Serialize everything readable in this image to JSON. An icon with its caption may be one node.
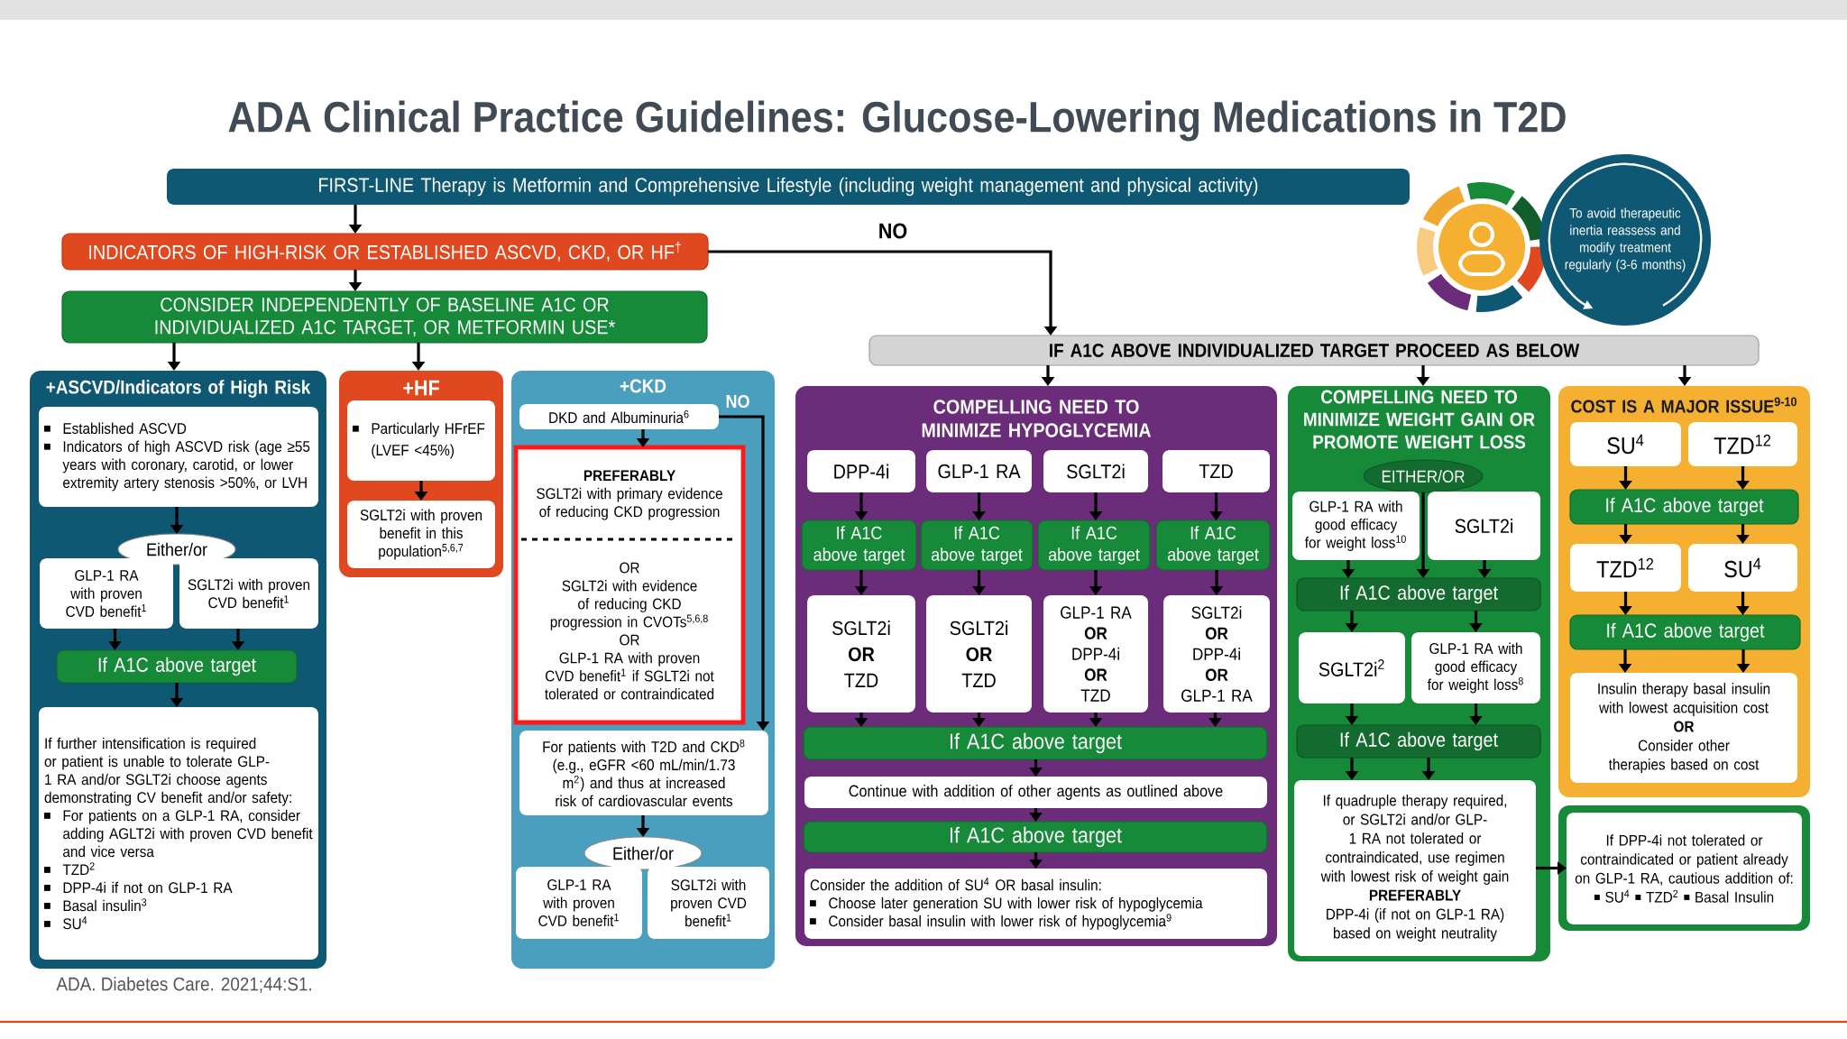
{
  "diagram": {
    "title": "ADA Clinical Practice Guidelines: Glucose-Lowering Medications in T2D",
    "nodes": [
      {
        "text": [
          "FIRST-LINE Therapy is Metformin and Comprehensive Lifestyle (including weight management and physical activity)"
        ]
      },
      {
        "text": [
          "INDICATORS OF HIGH-RISK OR ESTABLISHED ASCVD, CKD, OR HF$^{†}$"
        ]
      },
      {
        "text": [
          "CONSIDER INDEPENDENTLY OF BASELINE A1C OR INDIVIDUALIZED A1C TARGET, OR METFORMIN USE*"
        ]
      },
      {
        "text": [
          "IF A1C ABOVE INDIVIDUALIZED TARGET PROCEED AS BELOW"
        ]
      },
      {
        "text": [
          "To avoid therapeutic inertia reassess and modify treatment regularly (3-6 months)"
        ]
      },
      {
        "text": [
          "+ASCVD/Indicators of High Risk"
        ]
      },
      {
        "text": [
          "Established ASCVD",
          "Indicators of high ASCVD risk (age ≥55 years with coronary, carotid, or lower extremity artery stenosis >50%, or LVH"
        ],
        "in": 5
      },
      {
        "text": [
          "Either/or"
        ],
        "in": 5
      },
      {
        "text": [
          "GLP-1 RA with proven CVD benefit$^{1}$"
        ],
        "in": 5
      },
      {
        "text": [
          "SGLT2i with proven CVD benefit$^{1}$"
        ],
        "in": 5
      },
      {
        "text": [
          "If A1C above target"
        ],
        "in": 5
      },
      {
        "text": [
          "If further intensification is required or patient is unable to tolerate GLP-1 RA and/or SGLT2i choose agents demonstrating CV benefit and/or safety:",
          "For patients on a GLP-1 RA, consider adding AGLT2i with proven CVD benefit and vice versa",
          "TZD$^{2}$",
          "DPP-4i if not on GLP-1 RA",
          "Basal insulin$^{3}$",
          "SU$^{4}$"
        ],
        "in": 5
      },
      {
        "text": [
          "+HF"
        ]
      },
      {
        "text": [
          "Particularly HFrEF (LVEF <45%)"
        ],
        "in": 12
      },
      {
        "text": [
          "SGLT2i with proven benefit in this population$^{5,6,7}$"
        ],
        "in": 12
      },
      {
        "text": [
          "+CKD"
        ]
      },
      {
        "text": [
          "DKD and Albuminuria$^{6}$"
        ],
        "in": 15
      },
      {
        "text": [
          "PREFERABLY",
          "SGLT2i with primary evidence of reducing CKD progression",
          "OR",
          "SGLT2i with evidence of reducing CKD progression in CVOTs$^{5,6,8}$",
          "OR",
          "GLP-1 RA with proven CVD benefit$^{1}$ if SGLT2i not tolerated or contraindicated"
        ],
        "in": 15
      },
      {
        "text": [
          "For patients with T2D and CKD$^{8}$ (e.g., eGFR <60 mL/min/1.73 m$^{2}$) and thus at increased risk of cardiovascular events"
        ],
        "in": 15
      },
      {
        "text": [
          "Either/or"
        ],
        "in": 15
      },
      {
        "text": [
          "GLP-1 RA with proven CVD benefit$^{1}$"
        ],
        "in": 15
      },
      {
        "text": [
          "SGLT2i with proven CVD benefit$^{1}$"
        ],
        "in": 15
      },
      {
        "text": [
          "COMPELLING NEED TO MINIMIZE HYPOGLYCEMIA"
        ]
      },
      {
        "text": [
          "DPP-4i"
        ],
        "in": 22
      },
      {
        "text": [
          "GLP-1 RA"
        ],
        "in": 22
      },
      {
        "text": [
          "SGLT2i"
        ],
        "in": 22
      },
      {
        "text": [
          "TZD"
        ],
        "in": 22
      },
      {
        "text": [
          "If A1C above target"
        ],
        "in": 22
      },
      {
        "text": [
          "If A1C above target"
        ],
        "in": 22
      },
      {
        "text": [
          "If A1C above target"
        ],
        "in": 22
      },
      {
        "text": [
          "If A1C above target"
        ],
        "in": 22
      },
      {
        "text": [
          "SGLT2i",
          "OR",
          "TZD"
        ],
        "in": 22
      },
      {
        "text": [
          "SGLT2i",
          "OR",
          "TZD"
        ],
        "in": 22
      },
      {
        "text": [
          "GLP-1 RA",
          "OR",
          "DPP-4i",
          "OR",
          "TZD"
        ],
        "in": 22
      },
      {
        "text": [
          "SGLT2i",
          "OR",
          "DPP-4i",
          "OR",
          "GLP-1 RA"
        ],
        "in": 22
      },
      {
        "text": [
          "If A1C above target"
        ],
        "in": 22
      },
      {
        "text": [
          "Continue with addition of other agents as outlined above"
        ],
        "in": 22
      },
      {
        "text": [
          "If A1C above target"
        ],
        "in": 22
      },
      {
        "text": [
          "Consider the addition of SU$^{4}$ OR basal insulin:",
          "Choose later generation SU with lower risk of hypoglycemia",
          "Consider basal insulin with lower risk of hypoglycemia$^{9}$"
        ],
        "in": 22
      },
      {
        "text": [
          "COMPELLING NEED TO MINIMIZE WEIGHT GAIN OR PROMOTE WEIGHT LOSS"
        ]
      },
      {
        "text": [
          "EITHER/OR"
        ],
        "in": 39
      },
      {
        "text": [
          "GLP-1 RA with good efficacy for weight loss$^{10}$"
        ],
        "in": 39
      },
      {
        "text": [
          "SGLT2i"
        ],
        "in": 39
      },
      {
        "text": [
          "If A1C above target"
        ],
        "in": 39
      },
      {
        "text": [
          "SGLT2i$^{2}$"
        ],
        "in": 39
      },
      {
        "text": [
          "GLP-1 RA with good efficacy for weight loss$^{8}$"
        ],
        "in": 39
      },
      {
        "text": [
          "If A1C above target"
        ],
        "in": 39
      },
      {
        "text": [
          "If quadruple therapy required, or SGLT2i and/or GLP-1 RA not tolerated or contraindicated, use regimen with lowest risk of weight gain",
          "PREFERABLY",
          "DPP-4i (if not on GLP-1 RA) based on weight neutrality"
        ],
        "in": 39
      },
      {
        "text": [
          "COST IS A MAJOR ISSUE$^{9-10}$"
        ]
      },
      {
        "text": [
          "SU$^{4}$"
        ],
        "in": 48
      },
      {
        "text": [
          "TZD$^{12}$"
        ],
        "in": 48
      },
      {
        "text": [
          "If A1C above target"
        ],
        "in": 48
      },
      {
        "text": [
          "TZD$^{12}$"
        ],
        "in": 48
      },
      {
        "text": [
          "SU$^{4}$"
        ],
        "in": 48
      },
      {
        "text": [
          "If A1C above target"
        ],
        "in": 48
      },
      {
        "text": [
          "Insulin therapy basal insulin with lowest acquisition cost",
          "OR",
          "Consider other therapies based on cost"
        ],
        "in": 48
      },
      {
        "text": [],
        "shape": "box"
      },
      {
        "text": [
          "If DPP-4i not tolerated or contraindicated or patient already on GLP-1 RA, cautious addition of:",
          "SU$^{4}$",
          "TZD$^{2}$",
          "Basal Insulin"
        ],
        "in": 56
      }
    ],
    "edges": [
      {
        "from": 0,
        "to": 1,
        "arrow": "to"
      },
      {
        "from": 1,
        "to": 2,
        "arrow": "to"
      },
      {
        "from": 1,
        "to": 3,
        "arrow": "to",
        "label": "NO"
      },
      {
        "from": 2,
        "to": 5,
        "arrow": "to"
      },
      {
        "from": 2,
        "to": 12,
        "arrow": "to"
      },
      {
        "from": 3,
        "to": 22,
        "arrow": "to"
      },
      {
        "from": 3,
        "to": 39,
        "arrow": "to"
      },
      {
        "from": 3,
        "to": 48,
        "arrow": "to"
      },
      {
        "from": 6,
        "to": 7,
        "arrow": "to"
      },
      {
        "from": 8,
        "to": 10,
        "arrow": "to"
      },
      {
        "from": 9,
        "to": 10,
        "arrow": "to"
      },
      {
        "from": 10,
        "to": 11,
        "arrow": "to"
      },
      {
        "from": 13,
        "to": 14,
        "arrow": "to"
      },
      {
        "from": 16,
        "to": 17,
        "arrow": "to"
      },
      {
        "from": 16,
        "to": 18,
        "arrow": "to",
        "label": "NO"
      },
      {
        "from": 18,
        "to": 19,
        "arrow": "to"
      },
      {
        "from": 23,
        "to": 27,
        "arrow": "to"
      },
      {
        "from": 24,
        "to": 28,
        "arrow": "to"
      },
      {
        "from": 25,
        "to": 29,
        "arrow": "to"
      },
      {
        "from": 26,
        "to": 30,
        "arrow": "to"
      },
      {
        "from": 27,
        "to": 31,
        "arrow": "to"
      },
      {
        "from": 28,
        "to": 32,
        "arrow": "to"
      },
      {
        "from": 29,
        "to": 33,
        "arrow": "to"
      },
      {
        "from": 30,
        "to": 34,
        "arrow": "to"
      },
      {
        "from": 31,
        "to": 35,
        "arrow": "to"
      },
      {
        "from": 32,
        "to": 35,
        "arrow": "to"
      },
      {
        "from": 33,
        "to": 35,
        "arrow": "to"
      },
      {
        "from": 34,
        "to": 35,
        "arrow": "to"
      },
      {
        "from": 35,
        "to": 36,
        "arrow": "to"
      },
      {
        "from": 36,
        "to": 37,
        "arrow": "to"
      },
      {
        "from": 37,
        "to": 38,
        "arrow": "to"
      },
      {
        "from": 40,
        "to": 43,
        "arrow": "to"
      },
      {
        "from": 41,
        "to": 43,
        "arrow": "to"
      },
      {
        "from": 42,
        "to": 43,
        "arrow": "to"
      },
      {
        "from": 43,
        "to": 44,
        "arrow": "to"
      },
      {
        "from": 43,
        "to": 45,
        "arrow": "to"
      },
      {
        "from": 44,
        "to": 46,
        "arrow": "to"
      },
      {
        "from": 45,
        "to": 46,
        "arrow": "to"
      },
      {
        "from": 46,
        "to": 47,
        "arrow": "to"
      },
      {
        "from": 46,
        "to": 47,
        "arrow": "to"
      },
      {
        "from": 47,
        "to": 57,
        "arrow": "to"
      },
      {
        "from": 49,
        "to": 51,
        "arrow": "to"
      },
      {
        "from": 50,
        "to": 51,
        "arrow": "to"
      },
      {
        "from": 51,
        "to": 52,
        "arrow": "to"
      },
      {
        "from": 51,
        "to": 53,
        "arrow": "to"
      },
      {
        "from": 52,
        "to": 54,
        "arrow": "to"
      },
      {
        "from": 53,
        "to": 54,
        "arrow": "to"
      },
      {
        "from": 54,
        "to": 55,
        "arrow": "to"
      },
      {
        "from": 54,
        "to": 55,
        "arrow": "to"
      }
    ],
    "labels": [
      "ADA. Diabetes Care. 2021;44:S1."
    ]
  }
}
